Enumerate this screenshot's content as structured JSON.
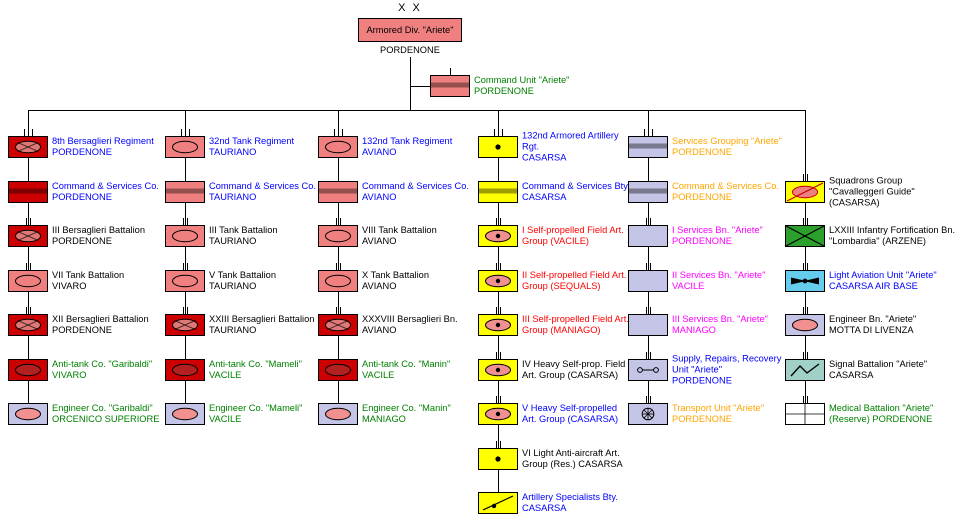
{
  "icons": {
    "stripe": "headquarters-stripe-icon",
    "ellipse": "armor-ellipse-icon",
    "ellipse-x": "mechanized-infantry-icon",
    "ellipse-dot": "self-propelled-artillery-icon",
    "dot": "artillery-dot-icon",
    "diag-dot": "artillery-specialists-icon",
    "diag-ellipse": "armored-cavalry-icon",
    "x-cross": "infantry-cross-icon",
    "propeller": "aviation-propeller-icon",
    "zigzag": "signal-zigzag-icon",
    "wheel": "transport-wheel-icon",
    "recovery": "maintenance-recovery-icon",
    "cross-grid": "medical-cross-icon"
  },
  "division": {
    "size_label": "X X",
    "name": "Armored Div. \"Ariete\"",
    "location": "PORDENONE",
    "box": "#F08080",
    "text": "#000000"
  },
  "command_unit": {
    "size": "I",
    "name": "Command Unit \"Ariete\"",
    "location": "PORDENONE",
    "box": "#F08080",
    "symbol": "stripe",
    "text": "#008000"
  },
  "columns": [
    {
      "units": [
        {
          "size": "III",
          "name": "8th Bersaglieri Regiment",
          "location": "PORDENONE",
          "box": "#CC0000",
          "symbol": "ellipse-x",
          "symbol_fill": "#E07878",
          "text": "#0000FF"
        },
        {
          "size": "I",
          "name": "Command & Services Co.",
          "location": "PORDENONE",
          "box": "#CC0000",
          "symbol": "stripe",
          "text": "#0000FF"
        },
        {
          "size": "II",
          "name": "III Bersaglieri Battalion",
          "location": "PORDENONE",
          "box": "#CC0000",
          "symbol": "ellipse-x",
          "symbol_fill": "#E07878",
          "text": "#000000"
        },
        {
          "size": "II",
          "name": "VII Tank Battalion",
          "location": "VIVARO",
          "box": "#F08080",
          "symbol": "ellipse",
          "text": "#000000"
        },
        {
          "size": "II",
          "name": "XII Bersaglieri Battalion",
          "location": "PORDENONE",
          "box": "#CC0000",
          "symbol": "ellipse-x",
          "symbol_fill": "#E07878",
          "text": "#000000"
        },
        {
          "size": "I",
          "name": "Anti-tank Co. \"Garibaldi\"",
          "location": "VIVARO",
          "box": "#CC0000",
          "symbol": "ellipse",
          "symbol_fill": "#B32020",
          "text": "#008000"
        },
        {
          "size": "I",
          "name": "Engineer Co. \"Garibaldi\"",
          "location": "ORCENICO SUPERIORE",
          "box": "#C4C4E6",
          "symbol": "ellipse",
          "symbol_fill": "#F09090",
          "text": "#008000"
        }
      ]
    },
    {
      "units": [
        {
          "size": "III",
          "name": "32nd Tank Regiment",
          "location": "TAURIANO",
          "box": "#F08080",
          "symbol": "ellipse",
          "text": "#0000FF"
        },
        {
          "size": "I",
          "name": "Command & Services Co.",
          "location": "TAURIANO",
          "box": "#F08080",
          "symbol": "stripe",
          "text": "#0000FF"
        },
        {
          "size": "II",
          "name": "III Tank Battalion",
          "location": "TAURIANO",
          "box": "#F08080",
          "symbol": "ellipse",
          "text": "#000000"
        },
        {
          "size": "II",
          "name": "V Tank Battalion",
          "location": "TAURIANO",
          "box": "#F08080",
          "symbol": "ellipse",
          "text": "#000000"
        },
        {
          "size": "II",
          "name": "XXIII Bersaglieri Battalion",
          "location": "TAURIANO",
          "box": "#CC0000",
          "symbol": "ellipse-x",
          "symbol_fill": "#E07878",
          "text": "#000000"
        },
        {
          "size": "I",
          "name": "Anti-tank Co. \"Mameli\"",
          "location": "VACILE",
          "box": "#CC0000",
          "symbol": "ellipse",
          "symbol_fill": "#B32020",
          "text": "#008000"
        },
        {
          "size": "I",
          "name": "Engineer Co. \"Mameli\"",
          "location": "VACILE",
          "box": "#C4C4E6",
          "symbol": "ellipse",
          "symbol_fill": "#F09090",
          "text": "#008000"
        }
      ]
    },
    {
      "units": [
        {
          "size": "III",
          "name": "132nd Tank Regiment",
          "location": "AVIANO",
          "box": "#F08080",
          "symbol": "ellipse",
          "text": "#0000FF"
        },
        {
          "size": "I",
          "name": "Command & Services Co.",
          "location": "AVIANO",
          "box": "#F08080",
          "symbol": "stripe",
          "text": "#0000FF"
        },
        {
          "size": "II",
          "name": "VIII Tank Battalion",
          "location": "AVIANO",
          "box": "#F08080",
          "symbol": "ellipse",
          "text": "#000000"
        },
        {
          "size": "II",
          "name": "X Tank Battalion",
          "location": "AVIANO",
          "box": "#F08080",
          "symbol": "ellipse",
          "text": "#000000"
        },
        {
          "size": "II",
          "name": "XXXVIII Bersaglieri Bn.",
          "location": "AVIANO",
          "box": "#CC0000",
          "symbol": "ellipse-x",
          "symbol_fill": "#E07878",
          "text": "#000000"
        },
        {
          "size": "I",
          "name": "Anti-tank Co. \"Manin\"",
          "location": "VACILE",
          "box": "#CC0000",
          "symbol": "ellipse",
          "symbol_fill": "#B32020",
          "text": "#008000"
        },
        {
          "size": "I",
          "name": "Engineer Co. \"Manin\"",
          "location": "MANIAGO",
          "box": "#C4C4E6",
          "symbol": "ellipse",
          "symbol_fill": "#F09090",
          "text": "#008000"
        }
      ]
    },
    {
      "units": [
        {
          "size": "III",
          "name": "132nd Armored Artillery Rgt.",
          "location": "CASARSA",
          "box": "#FFFF00",
          "symbol": "dot",
          "text": "#0000FF"
        },
        {
          "size": "I",
          "name": "Command & Services Bty.",
          "location": "CASARSA",
          "box": "#FFFF00",
          "symbol": "stripe",
          "text": "#0000FF"
        },
        {
          "size": "II",
          "name": "I Self-propelled Field Art. Group (VACILE)",
          "location": "",
          "box": "#FFFF00",
          "symbol": "ellipse-dot",
          "symbol_fill": "#F09090",
          "text": "#FF0000"
        },
        {
          "size": "II",
          "name": "II Self-propelled Field Art. Group (SEQUALS)",
          "location": "",
          "box": "#FFFF00",
          "symbol": "ellipse-dot",
          "symbol_fill": "#F09090",
          "text": "#FF0000"
        },
        {
          "size": "II",
          "name": "III Self-propelled Field Art. Group (MANIAGO)",
          "location": "",
          "box": "#FFFF00",
          "symbol": "ellipse-dot",
          "symbol_fill": "#F09090",
          "text": "#FF0000"
        },
        {
          "size": "II",
          "name": "IV Heavy Self-prop. Field Art. Group (CASARSA)",
          "location": "",
          "box": "#FFFF00",
          "symbol": "ellipse-dot",
          "symbol_fill": "#F09090",
          "text": "#000000"
        },
        {
          "size": "II",
          "name": "V Heavy Self-propelled Art. Group (CASARSA)",
          "location": "",
          "box": "#FFFF00",
          "symbol": "ellipse-dot",
          "symbol_fill": "#F09090",
          "text": "#0000FF"
        },
        {
          "size": "II",
          "name": "VI Light Anti-aircraft Art. Group (Res.) CASARSA",
          "location": "",
          "box": "#FFFF00",
          "symbol": "dot",
          "text": "#000000"
        },
        {
          "size": "I",
          "name": "Artillery Specialists Bty.",
          "location": "CASARSA",
          "box": "#FFFF00",
          "symbol": "diag-dot",
          "text": "#0000FF"
        }
      ]
    },
    {
      "units": [
        {
          "size": "III",
          "name": "Services Grouping \"Ariete\"",
          "location": "PORDENONE",
          "box": "#C4C4E6",
          "symbol": "stripe",
          "text": "#FFA500"
        },
        {
          "size": "I",
          "name": "Command & Services Co.",
          "location": "PORDENONE",
          "box": "#C4C4E6",
          "symbol": "stripe",
          "text": "#FFA500"
        },
        {
          "size": "II",
          "name": "I Services Bn. \"Ariete\"",
          "location": "PORDENONE",
          "box": "#C4C4E6",
          "symbol": "none",
          "text": "#FF00FF"
        },
        {
          "size": "II",
          "name": "II Services Bn. \"Ariete\"",
          "location": "VACILE",
          "box": "#C4C4E6",
          "symbol": "none",
          "text": "#FF00FF"
        },
        {
          "size": "II",
          "name": "III Services Bn. \"Ariete\"",
          "location": "MANIAGO",
          "box": "#C4C4E6",
          "symbol": "none",
          "text": "#FF00FF"
        },
        {
          "size": "II",
          "name": "Supply, Repairs, Recovery Unit \"Ariete\"",
          "location": "PORDENONE",
          "box": "#C4C4E6",
          "symbol": "recovery",
          "text": "#0000FF"
        },
        {
          "size": "II",
          "name": "Transport Unit \"Ariete\"",
          "location": "PORDENONE",
          "box": "#C4C4E6",
          "symbol": "wheel",
          "text": "#FFA500"
        }
      ]
    },
    {
      "units": [
        {
          "size": "II",
          "name": "Squadrons Group \"Cavalleggeri Guide\" (CASARSA)",
          "location": "",
          "box": "#FFFF00",
          "symbol": "diag-ellipse",
          "symbol_fill": "#F08080",
          "symbol_stroke": "#C00000",
          "text": "#000000"
        },
        {
          "size": "II",
          "name": "LXXIII Infantry Fortification Bn. \"Lombardia\" (ARZENE)",
          "location": "",
          "box": "#2CA02C",
          "symbol": "x-cross",
          "text": "#000000"
        },
        {
          "size": "II",
          "name": "Light Aviation Unit \"Ariete\"",
          "location": "CASARSA AIR BASE",
          "box": "#66CCEE",
          "symbol": "propeller",
          "text": "#0000FF"
        },
        {
          "size": "II",
          "name": "Engineer Bn. \"Ariete\"",
          "location": "MOTTA DI LIVENZA",
          "box": "#C4C4E6",
          "symbol": "ellipse",
          "symbol_fill": "#F09090",
          "text": "#000000"
        },
        {
          "size": "II",
          "name": "Signal Battalion \"Ariete\"",
          "location": "CASARSA",
          "box": "#A0D0C8",
          "symbol": "zigzag",
          "text": "#000000"
        },
        {
          "size": "II",
          "name": "Medical Battalion \"Ariete\"",
          "location": "(Reserve) PORDENONE",
          "box": "#FFFFFF",
          "symbol": "cross-grid",
          "text": "#008000"
        }
      ]
    }
  ]
}
